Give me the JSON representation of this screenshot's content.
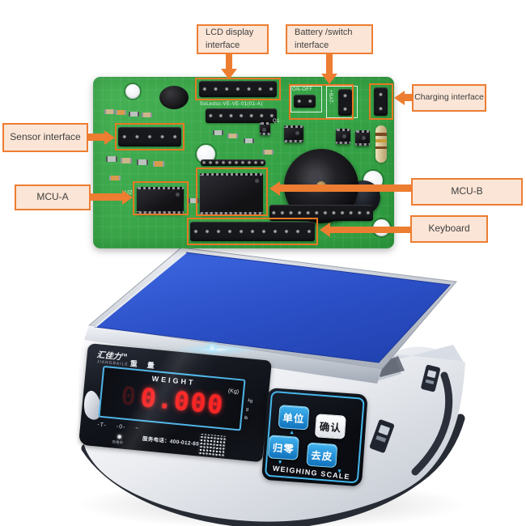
{
  "pcb": {
    "silkscreen": "SoLedsc-VE-VE-01(01-A)",
    "on_off_label": "ON-OFF",
    "bat_label": "+BAT-",
    "u2_label": "U2",
    "q1_label": "Q1",
    "callouts": {
      "lcd": {
        "line1": "LCD display",
        "line2": "interface"
      },
      "battery": {
        "line1": "Battery /switch",
        "line2": "interface"
      },
      "charging": "Charging interface",
      "sensor": "Sensor interface",
      "mcu_a": "MCU-A",
      "mcu_b": "MCU-B",
      "keyboard": "Keyboard"
    }
  },
  "scale": {
    "brand": "汇佳力",
    "brand_tm": "TM",
    "brand_sub": "JIANGBAILE",
    "weight_cn": "重量",
    "display": {
      "label": "WEIGHT",
      "ghost": "0",
      "value": "0.000",
      "unit": "(Kg)",
      "side_units": [
        "kg",
        "g",
        "lb"
      ],
      "indicators": [
        "-T-",
        "-0-",
        "~"
      ],
      "charge_label": "充电中"
    },
    "service_phone": "服务电话：400-012-6577",
    "buttons": {
      "unit": "单位",
      "confirm": "确认",
      "zero": "归零",
      "tare": "去皮"
    },
    "arrows": {
      "up": "▲",
      "down": "▼"
    },
    "footer": "WEIGHING SCALE"
  },
  "colors": {
    "accent_orange": "#ed7d31",
    "callout_bg": "#fbe5d6",
    "pcb_green": "#37a447",
    "platform_blue": "#2d53cb",
    "button_blue": "#1e93dc",
    "led_red": "#ff2424",
    "bezel_cyan": "#4fb6e8"
  }
}
